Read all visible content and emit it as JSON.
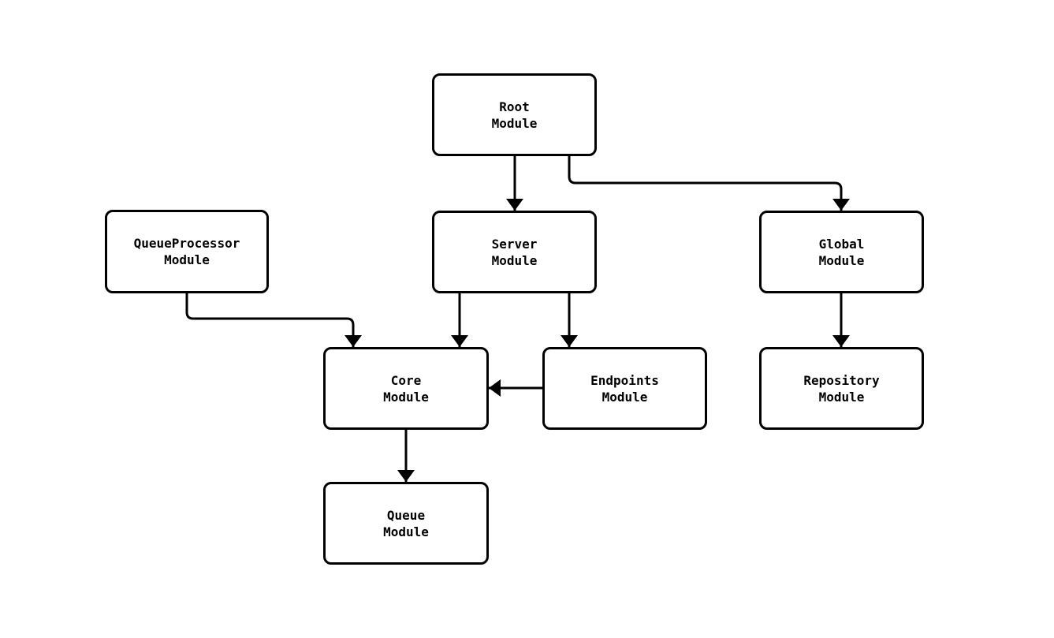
{
  "diagram": {
    "type": "flowchart",
    "background_color": "#ffffff",
    "line_color": "#000000",
    "nodes": [
      {
        "id": "root",
        "label": "Root\nModule"
      },
      {
        "id": "queueprocessor",
        "label": "QueueProcessor\nModule"
      },
      {
        "id": "server",
        "label": "Server\nModule"
      },
      {
        "id": "global",
        "label": "Global\nModule"
      },
      {
        "id": "core",
        "label": "Core\nModule"
      },
      {
        "id": "endpoints",
        "label": "Endpoints\nModule"
      },
      {
        "id": "repository",
        "label": "Repository\nModule"
      },
      {
        "id": "queue",
        "label": "Queue\nModule"
      }
    ],
    "edges": [
      {
        "from": "root",
        "to": "server"
      },
      {
        "from": "root",
        "to": "global"
      },
      {
        "from": "queueprocessor",
        "to": "core"
      },
      {
        "from": "server",
        "to": "core"
      },
      {
        "from": "server",
        "to": "endpoints"
      },
      {
        "from": "global",
        "to": "repository"
      },
      {
        "from": "endpoints",
        "to": "core"
      },
      {
        "from": "core",
        "to": "queue"
      }
    ]
  }
}
